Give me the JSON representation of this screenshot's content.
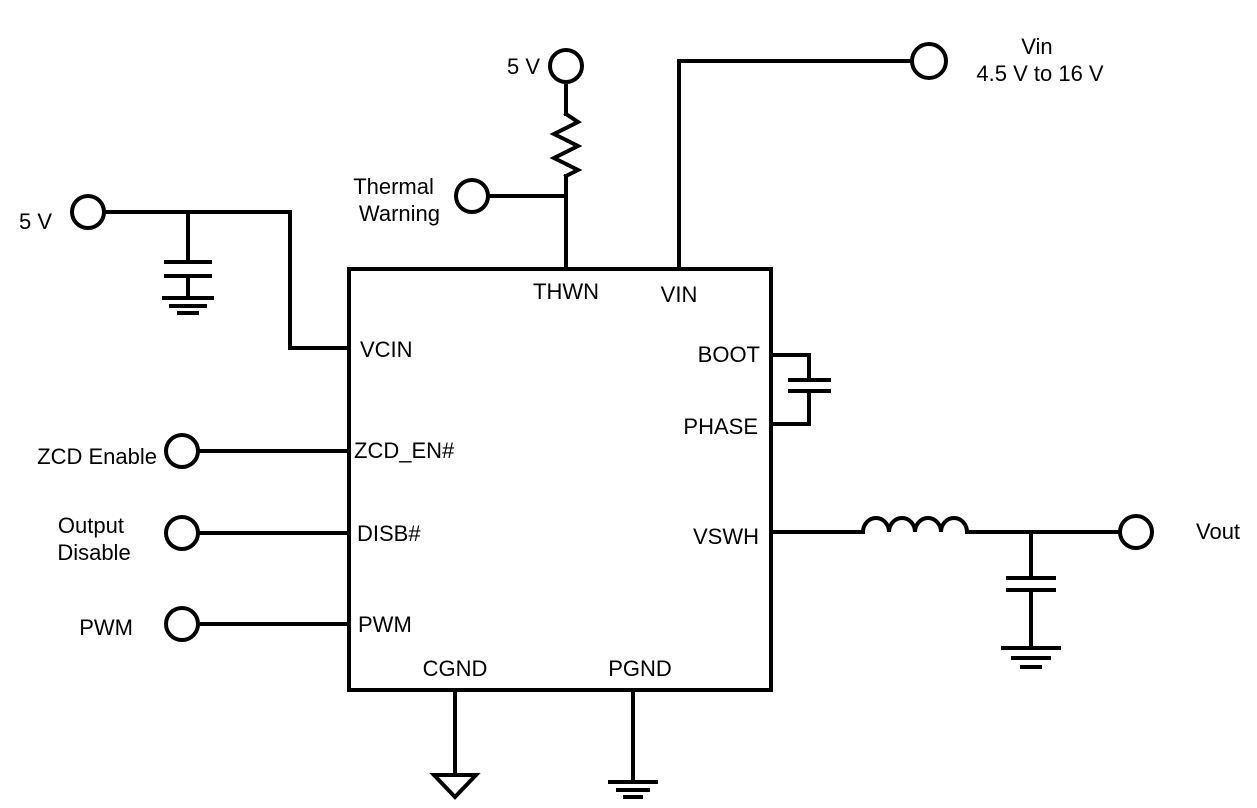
{
  "chip": {
    "pins": {
      "thwn": "THWN",
      "vin": "VIN",
      "vcin": "VCIN",
      "boot": "BOOT",
      "phase": "PHASE",
      "zcd_en": "ZCD_EN#",
      "disb": "DISB#",
      "vswh": "VSWH",
      "pwm": "PWM",
      "cgnd": "CGND",
      "pgnd": "PGND"
    }
  },
  "terminals": {
    "top_5v": "5 V",
    "thermal_warning": [
      "Thermal",
      "Warning"
    ],
    "vin": [
      "Vin",
      "4.5 V to 16 V"
    ],
    "left_5v": "5 V",
    "zcd_enable": "ZCD Enable",
    "output_disable": [
      "Output",
      "Disable"
    ],
    "pwm": "PWM",
    "vout": "Vout"
  }
}
